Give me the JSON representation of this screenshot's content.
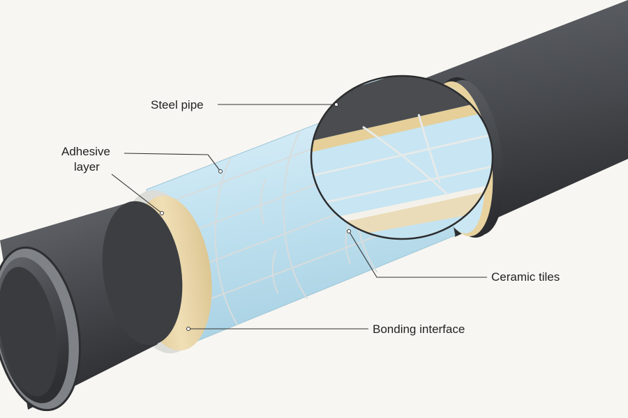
{
  "labels": {
    "steel_pipe": "Steel pipe",
    "adhesive_line1": "Adhesive",
    "adhesive_line2": "layer",
    "ceramic_tiles": "Ceramic tiles",
    "bonding_interface": "Bonding interface"
  },
  "colors": {
    "background": "#f7f6f2",
    "steel": "#4a4c50",
    "steel_dark": "#2f3033",
    "steel_light": "#63666b",
    "pipe_inner": "#8b8e92",
    "adhesive": "#e9d5a6",
    "tile": "#bfe0ee",
    "tile_light": "#dcf0f8",
    "grout": "#e1e4e4"
  }
}
